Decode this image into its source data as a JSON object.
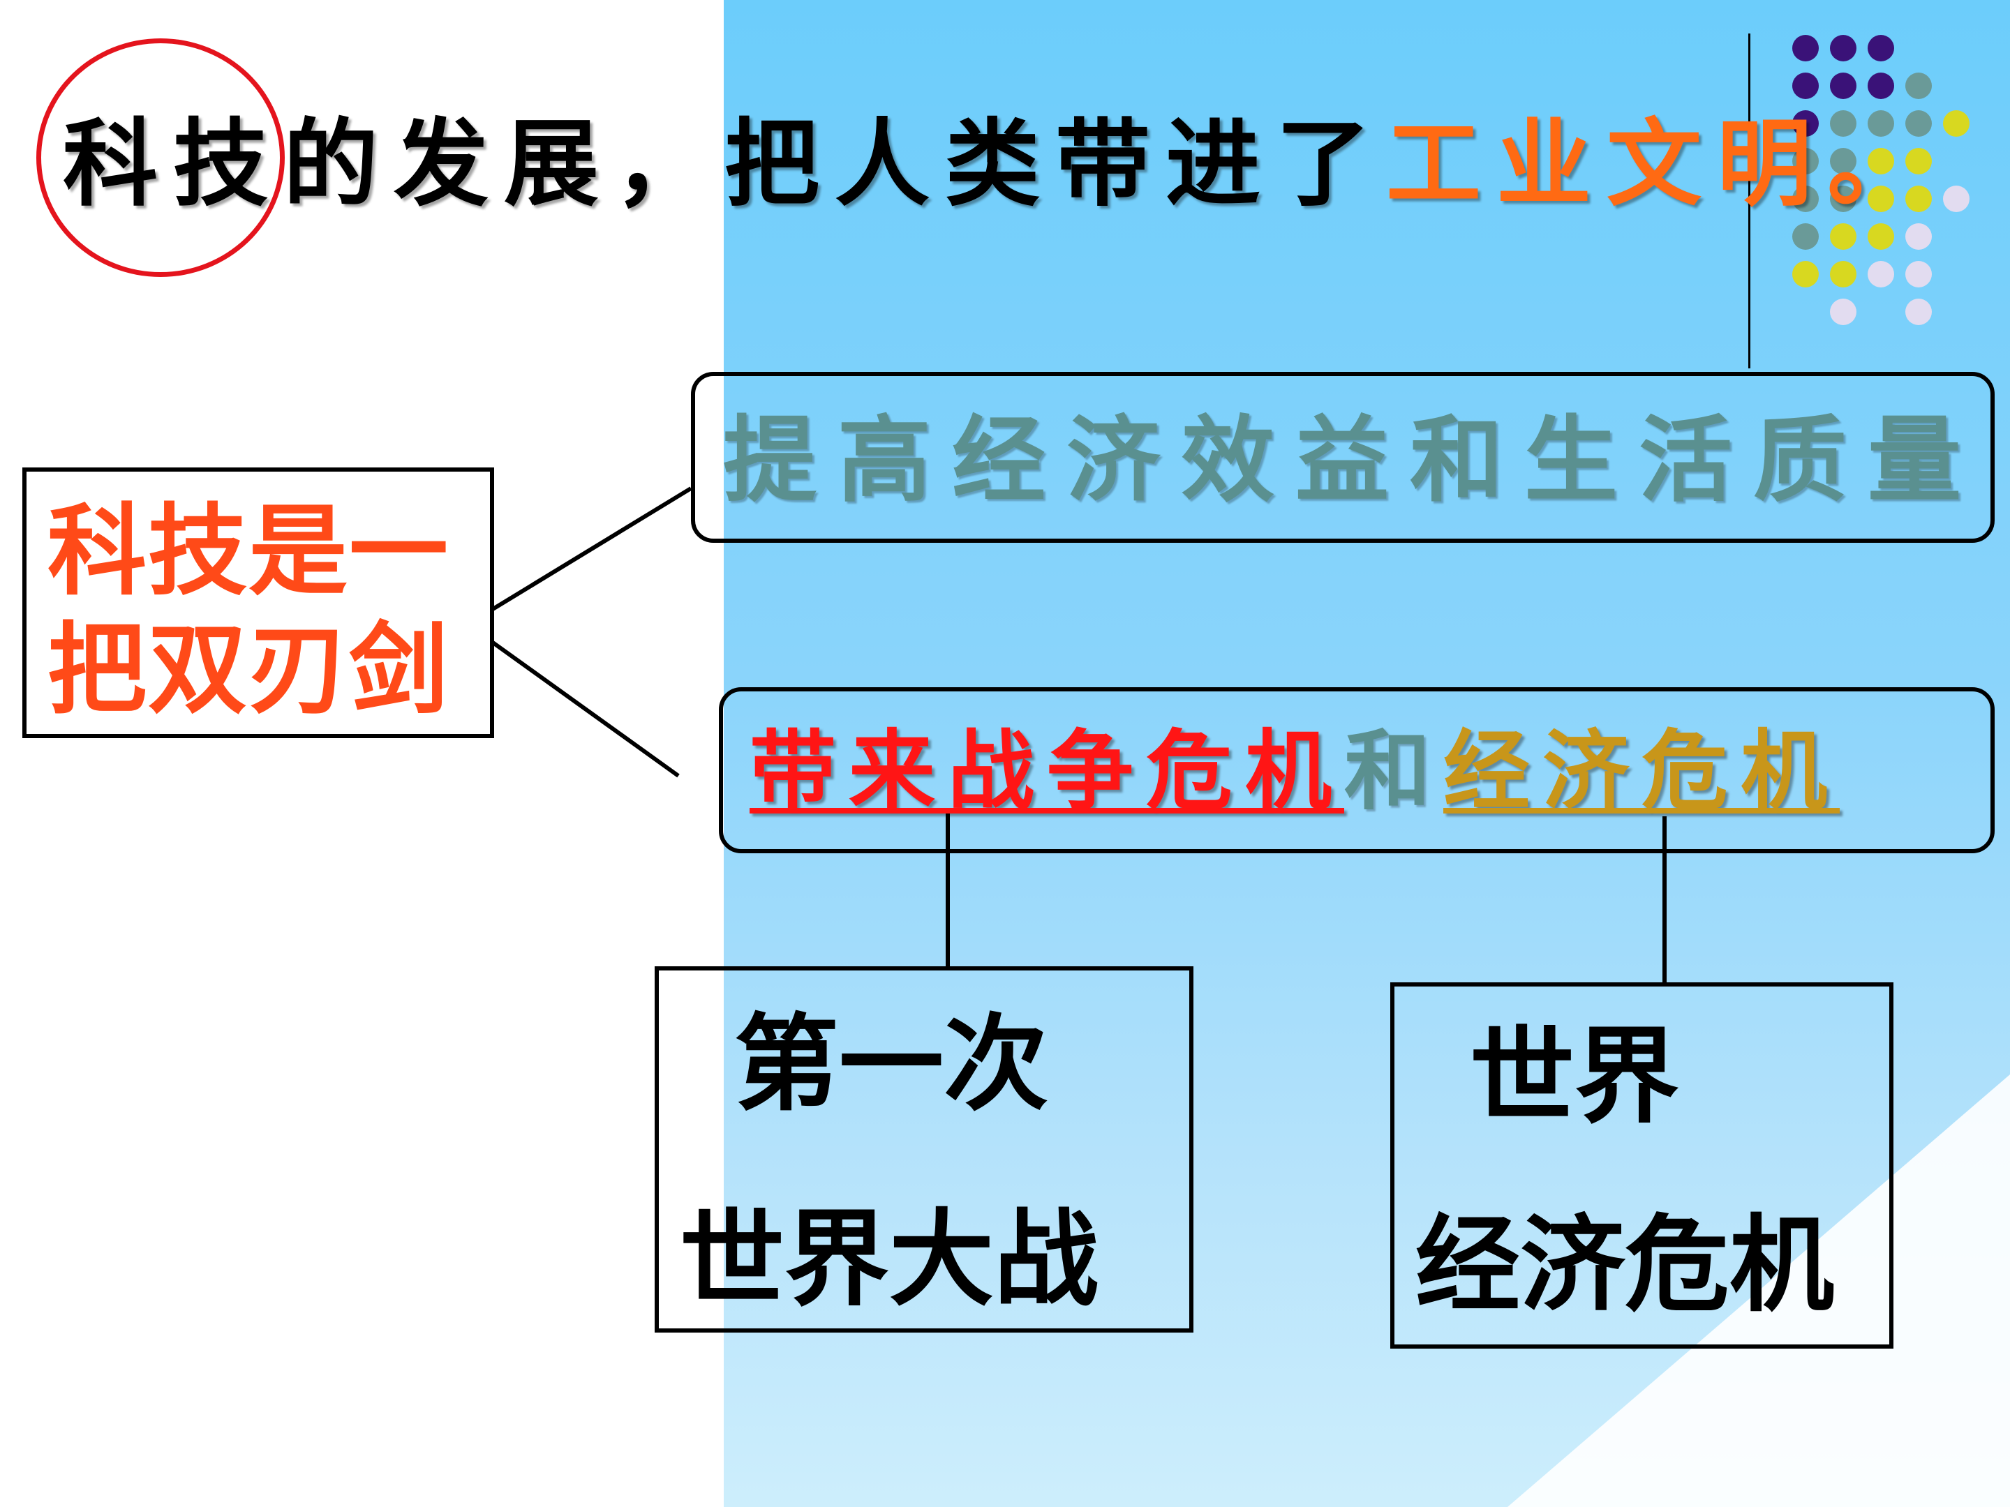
{
  "slide": {
    "title_parts": [
      "科",
      "技",
      "的发展，",
      "把人类带进了",
      "工业文明",
      "。"
    ],
    "double_edged": [
      "科技是一",
      "把双刃剑"
    ],
    "benefit": "提高经济效益和生活质量",
    "harm": {
      "part1": "带来战争危机",
      "connector": "和",
      "part2": "经济危机"
    },
    "result_left": [
      "第一次",
      "世界大战"
    ],
    "result_right": [
      "世界",
      "经济危机"
    ]
  },
  "colors": {
    "title_text": "#000000",
    "title_accent": "#ff6a13",
    "circle_stroke": "#e4141d",
    "left_box_text": "#ff4a18",
    "benefit_text": "#5a9090",
    "war_text": "#ff1515",
    "economic_text": "#c8961a",
    "panel_blue": "#6ccdfb"
  },
  "decor_dots": [
    {
      "color": "#3a1278",
      "row": 0,
      "col": 0
    },
    {
      "color": "#3a1278",
      "row": 0,
      "col": 1
    },
    {
      "color": "#3a1278",
      "row": 0,
      "col": 2
    },
    {
      "color": "#3a1278",
      "row": 1,
      "col": 0
    },
    {
      "color": "#3a1278",
      "row": 1,
      "col": 1
    },
    {
      "color": "#3a1278",
      "row": 1,
      "col": 2
    },
    {
      "color": "#6a9a98",
      "row": 1,
      "col": 3
    },
    {
      "color": "#3a1278",
      "row": 2,
      "col": 0
    },
    {
      "color": "#6a9a98",
      "row": 2,
      "col": 1
    },
    {
      "color": "#6a9a98",
      "row": 2,
      "col": 2
    },
    {
      "color": "#6a9a98",
      "row": 2,
      "col": 3
    },
    {
      "color": "#d8d820",
      "row": 2,
      "col": 4
    },
    {
      "color": "#6a9a98",
      "row": 3,
      "col": 0
    },
    {
      "color": "#6a9a98",
      "row": 3,
      "col": 1
    },
    {
      "color": "#d8d820",
      "row": 3,
      "col": 2
    },
    {
      "color": "#d8d820",
      "row": 3,
      "col": 3
    },
    {
      "color": "#6a9a98",
      "row": 4,
      "col": 0
    },
    {
      "color": "#6a9a98",
      "row": 4,
      "col": 1
    },
    {
      "color": "#d8d820",
      "row": 4,
      "col": 2
    },
    {
      "color": "#d8d820",
      "row": 4,
      "col": 3
    },
    {
      "color": "#e2dcf0",
      "row": 4,
      "col": 4
    },
    {
      "color": "#6a9a98",
      "row": 5,
      "col": 0
    },
    {
      "color": "#d8d820",
      "row": 5,
      "col": 1
    },
    {
      "color": "#d8d820",
      "row": 5,
      "col": 2
    },
    {
      "color": "#e2dcf0",
      "row": 5,
      "col": 3
    },
    {
      "color": "#d8d820",
      "row": 6,
      "col": 0
    },
    {
      "color": "#d8d820",
      "row": 6,
      "col": 1
    },
    {
      "color": "#e2dcf0",
      "row": 6,
      "col": 2
    },
    {
      "color": "#e2dcf0",
      "row": 6,
      "col": 3
    },
    {
      "color": "#e2dcf0",
      "row": 7,
      "col": 1
    },
    {
      "color": "#e2dcf0",
      "row": 7,
      "col": 3
    }
  ]
}
